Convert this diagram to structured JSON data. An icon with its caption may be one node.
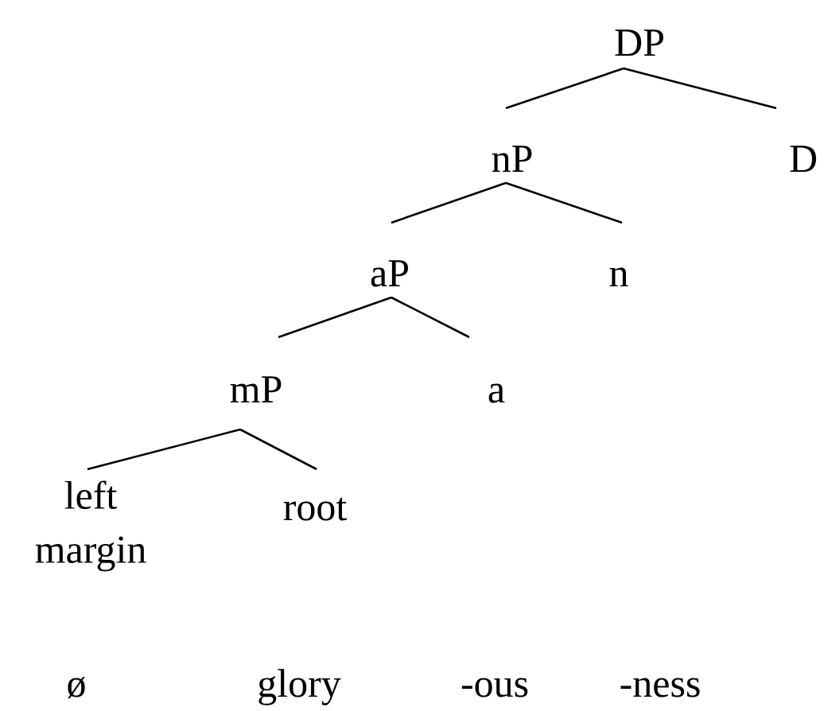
{
  "diagram": {
    "nodes": [
      {
        "text": [
          "DP"
        ]
      },
      {
        "text": [
          "nP"
        ]
      },
      {
        "text": [
          "D"
        ]
      },
      {
        "text": [
          "aP"
        ]
      },
      {
        "text": [
          "n"
        ]
      },
      {
        "text": [
          "mP"
        ]
      },
      {
        "text": [
          "a"
        ]
      },
      {
        "text": [
          "left margin"
        ]
      },
      {
        "text": [
          "root"
        ]
      }
    ],
    "edges": [
      {
        "from": 0,
        "to": 1,
        "arrow": "none"
      },
      {
        "from": 0,
        "to": 2,
        "arrow": "none"
      },
      {
        "from": 1,
        "to": 3,
        "arrow": "none"
      },
      {
        "from": 1,
        "to": 4,
        "arrow": "none"
      },
      {
        "from": 3,
        "to": 5,
        "arrow": "none"
      },
      {
        "from": 3,
        "to": 6,
        "arrow": "none"
      },
      {
        "from": 5,
        "to": 7,
        "arrow": "none"
      },
      {
        "from": 5,
        "to": 8,
        "arrow": "none"
      }
    ],
    "labels": [
      "ø",
      "glory",
      "-ous",
      "-ness"
    ]
  }
}
